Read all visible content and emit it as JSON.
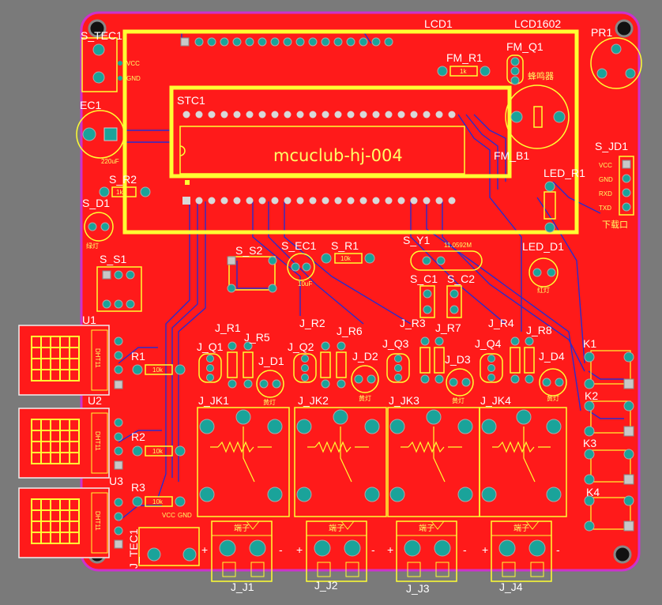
{
  "board": {
    "title_text": "mcuclub-hj-004",
    "colors": {
      "background": "#7a7a7a",
      "copper": "#ff1a1a",
      "silk": "#ffff33",
      "trace": "#2b2bcc",
      "edge": "#cc33cc",
      "pad": "#1aa39a"
    }
  },
  "designators": {
    "lcd1": "LCD1",
    "lcd1602": "LCD1602",
    "pr1": "PR1",
    "s_tec": "S_TEC1",
    "fm_r1": "FM_R1",
    "fm_q1": "FM_Q1",
    "ec1": "EC1",
    "stc1": "STC1",
    "fm_b1": "FM_B1",
    "s_jd1": "S_JD1",
    "s_r2": "S_R2",
    "led_r1": "LED_R1",
    "s_d1": "S_D1",
    "s_s2": "S_S2",
    "s_ec1": "S_EC1",
    "s_r1": "S_R1",
    "s_y1": "S_Y1",
    "led_d1": "LED_D1",
    "s_s1": "S_S1",
    "s_c1": "S_C1",
    "s_c2": "S_C2",
    "u1": "U1",
    "u2": "U2",
    "u3": "U3",
    "r1": "R1",
    "r2": "R2",
    "r3": "R3",
    "j_r1": "J_R1",
    "j_r5": "J_R5",
    "j_q1": "J_Q1",
    "j_d1": "J_D1",
    "j_r2": "J_R2",
    "j_r6": "J_R6",
    "j_q2": "J_Q2",
    "j_d2": "J_D2",
    "j_r3": "J_R3",
    "j_r7": "J_R7",
    "j_q3": "J_Q3",
    "j_d3": "J_D3",
    "j_r4": "J_R4",
    "j_r8": "J_R8",
    "j_q4": "J_Q4",
    "j_d4": "J_D4",
    "j_jk1": "J_JK1",
    "j_jk2": "J_JK2",
    "j_jk3": "J_JK3",
    "j_jk4": "J_JK4",
    "k1": "K1",
    "k2": "K2",
    "k3": "K3",
    "k4": "K4",
    "j_tec1": "J_TEC1",
    "j_j1": "J_J1",
    "j_j2": "J_J2",
    "j_j3": "J_J3",
    "j_j4": "J_J4"
  },
  "silk_text": {
    "vcc": "VCC",
    "gnd": "GND",
    "rxd": "RXD",
    "txd": "TXD",
    "download_port": "下载口",
    "buzzer": "蜂鸣器",
    "power_light": "绿灯",
    "red_light": "红灯",
    "yellow_light": "黄灯",
    "terminal": "端子",
    "res_10k": "10k",
    "res_1k": "1k",
    "cap_220uf": "220uF",
    "cap_10uf": "10uF",
    "crystal": "11.0592M",
    "dht11": "DHT11",
    "plus": "+",
    "minus": "-"
  }
}
